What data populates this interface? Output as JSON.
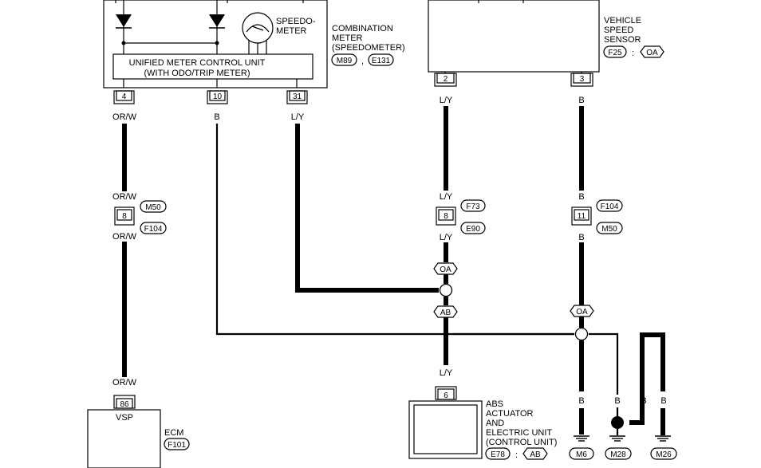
{
  "combination_meter": {
    "line1": "COMBINATION",
    "line2": "METER",
    "line3": "(SPEEDOMETER)",
    "connectors": [
      "M89",
      "E131"
    ],
    "separator": ",",
    "control_unit_line1": "UNIFIED METER CONTROL UNIT",
    "control_unit_line2": "(WITH ODO/TRIP METER)",
    "speedometer_line1": "SPEEDO-",
    "speedometer_line2": "METER",
    "pins": [
      "4",
      "10",
      "31"
    ]
  },
  "vehicle_speed_sensor": {
    "line1": "VEHICLE",
    "line2": "SPEED",
    "line3": "SENSOR",
    "connector": "F25",
    "colon": ":",
    "tag": "OA",
    "pins": [
      "2",
      "3"
    ]
  },
  "ecm": {
    "label": "ECM",
    "connector": "F101",
    "pin": "86",
    "terminal": "VSP"
  },
  "abs_actuator": {
    "line1": "ABS",
    "line2": "ACTUATOR",
    "line3": "AND",
    "line4": "ELECTRIC UNIT",
    "line5": "(CONTROL UNIT)",
    "connector": "E78",
    "colon": ":",
    "tag": "AB",
    "pin": "6"
  },
  "wires": {
    "orw": "OR/W",
    "b": "B",
    "ly": "L/Y"
  },
  "junctions": {
    "left": {
      "pin": "8",
      "connectors": [
        "M50",
        "F104"
      ]
    },
    "middle": {
      "pin": "8",
      "connectors": [
        "F73",
        "E90"
      ]
    },
    "right": {
      "pin": "11",
      "connectors": [
        "F104",
        "M50"
      ]
    }
  },
  "tags": {
    "oa": "OA",
    "ab": "AB"
  },
  "grounds": [
    "M6",
    "M28",
    "M26"
  ]
}
